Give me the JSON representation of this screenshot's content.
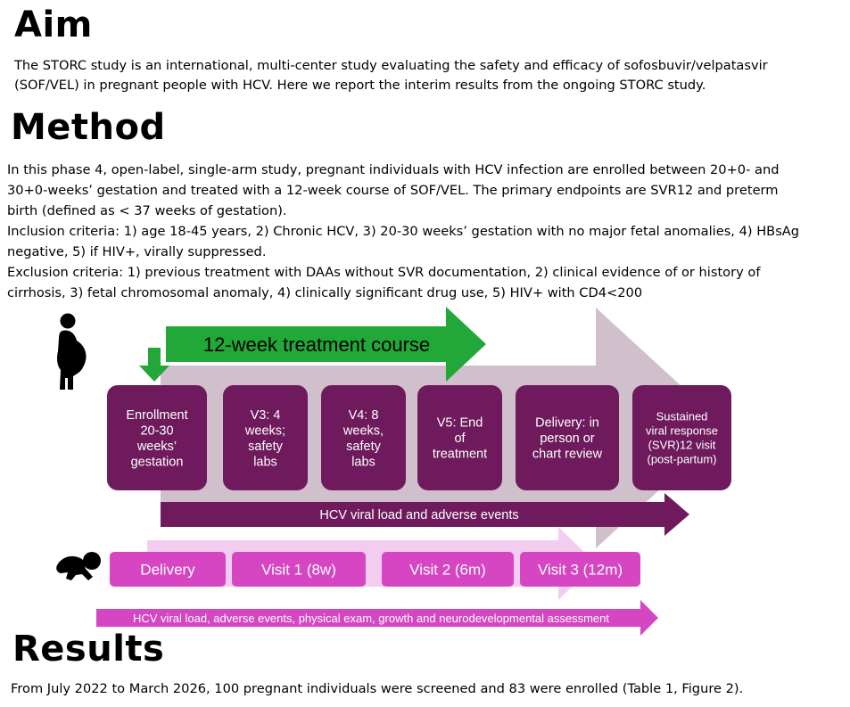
{
  "aim": {
    "heading": "Aim",
    "lines": [
      "The STORC study is an international, multi-center study evaluating the safety and efficacy of sofosbuvir/velpatasvir",
      "(SOF/VEL) in pregnant people with HCV. Here we report the interim results from the ongoing STORC study."
    ]
  },
  "method": {
    "heading": "Method",
    "lines": [
      "In this phase 4, open-label, single-arm study, pregnant individuals with HCV infection are enrolled between 20+0- and",
      "30+0-weeks’ gestation and treated with a 12-week course of SOF/VEL. The primary endpoints are SVR12 and preterm",
      "birth (defined as < 37 weeks of gestation).",
      "Inclusion criteria: 1) age 18-45 years, 2) Chronic HCV, 3) 20-30 weeks’ gestation with no major fetal anomalies, 4) HBsAg",
      "negative, 5) if HIV+, virally suppressed.",
      "Exclusion criteria: 1) previous treatment with DAAs without SVR documentation, 2) clinical evidence of or history of",
      "cirrhosis, 3) fetal chromosomal anomaly, 4) clinically significant drug use, 5) HIV+ with CD4<200"
    ]
  },
  "diagram": {
    "icons": {
      "mother": "pregnant-person-icon",
      "infant": "crawling-baby-icon"
    },
    "treatment_arrow": "12-week treatment course",
    "maternal_boxes": [
      [
        "Enrollment",
        "20-30",
        "weeks’",
        "gestation"
      ],
      [
        "V3: 4",
        "weeks;",
        "safety",
        "labs"
      ],
      [
        "V4: 8",
        "weeks,",
        "safety",
        "labs"
      ],
      [
        "V5: End",
        "of",
        "treatment"
      ],
      [
        "Delivery: in",
        "person or",
        "chart review"
      ],
      [
        "Sustained",
        "viral response",
        "(SVR)12 visit",
        "(post-partum)"
      ]
    ],
    "maternal_arrow": "HCV viral load and adverse events",
    "infant_boxes": [
      "Delivery",
      "Visit 1 (8w)",
      "Visit 2 (6m)",
      "Visit 3 (12m)"
    ],
    "infant_arrow": "HCV viral load, adverse events, physical exam, growth and neurodevelopmental assessment",
    "colors": {
      "purple": "#6e1a5c",
      "green": "#22a838",
      "light_purple": "#cfc0cc",
      "magenta": "#d646c2",
      "light_pink": "#f3cdef"
    }
  },
  "results": {
    "heading": "Results",
    "lines": [
      "From July 2022 to March 2026, 100 pregnant individuals were screened and 83 were enrolled (Table 1, Figure 2)."
    ]
  }
}
